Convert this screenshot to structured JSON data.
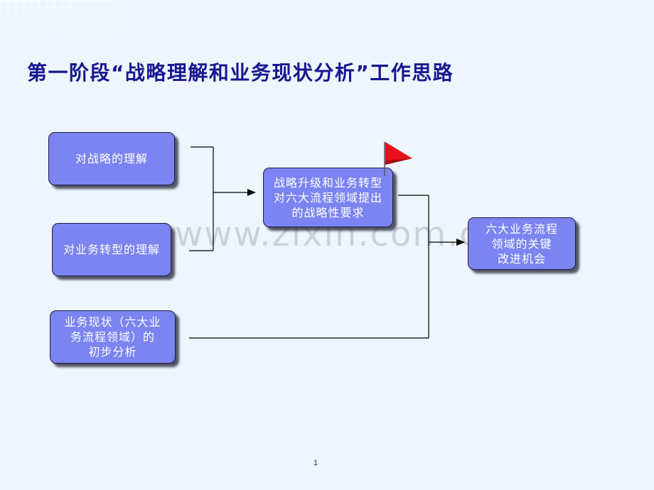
{
  "slide": {
    "title": "第一阶段“战略理解和业务现状分析”工作思路",
    "watermark": "www.zixin.com.cn",
    "page_number": "1"
  },
  "diagram": {
    "inputs": [
      {
        "label": "对战略的理解"
      },
      {
        "label": "对业务转型的理解"
      },
      {
        "label": "业务现状（六大业\n务流程领域）的\n初步分析"
      }
    ],
    "middle": {
      "label": "战略升级和业务转型\n对六大流程领域提出\n的战略性要求"
    },
    "output": {
      "label": "六大业务流程\n领域的关键\n改进机会"
    },
    "flag_icon": "red-flag-icon"
  },
  "colors": {
    "background": "#eef5fc",
    "title": "#17188f",
    "box_fill": "#7b84f0",
    "box_text": "#ffffff",
    "lines": "#000000",
    "flag": "#e8101a"
  }
}
